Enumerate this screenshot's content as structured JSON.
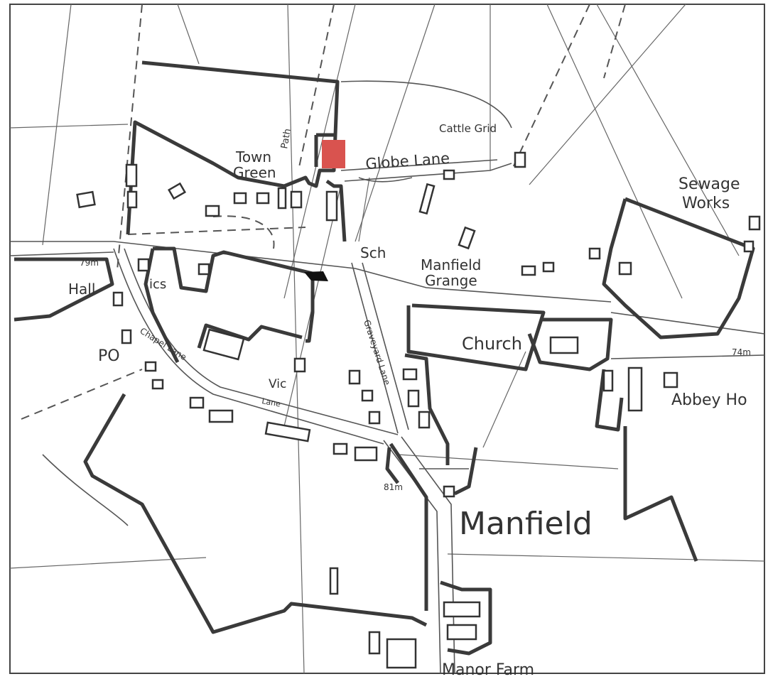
{
  "map": {
    "labels": {
      "cattle_grid": "Cattle Grid",
      "town_green_1": "Town",
      "town_green_2": "Green",
      "path": "Path",
      "globe_lane": "Globe Lane",
      "sewage_1": "Sewage",
      "sewage_2": "Works",
      "school": "Sch",
      "grange_1": "Manfield",
      "grange_2": "Grange",
      "hall": "Hall",
      "ics": "ics",
      "spot_height_79": "79m",
      "po": "PO",
      "church": "Church",
      "spot_height_74": "74m",
      "abbey": "Abbey Ho",
      "vic": "Vic",
      "lane_1": "Lane",
      "lane_2": "Chapel Lane",
      "lane_3": "Graveyard Lane",
      "spot_height_81": "81m",
      "village": "Manfield",
      "manor_farm": "Manor Farm"
    },
    "colors": {
      "highlight": "#d9534f",
      "marker": "#111111",
      "ink": "#3a3a3a",
      "background": "#ffffff"
    }
  }
}
